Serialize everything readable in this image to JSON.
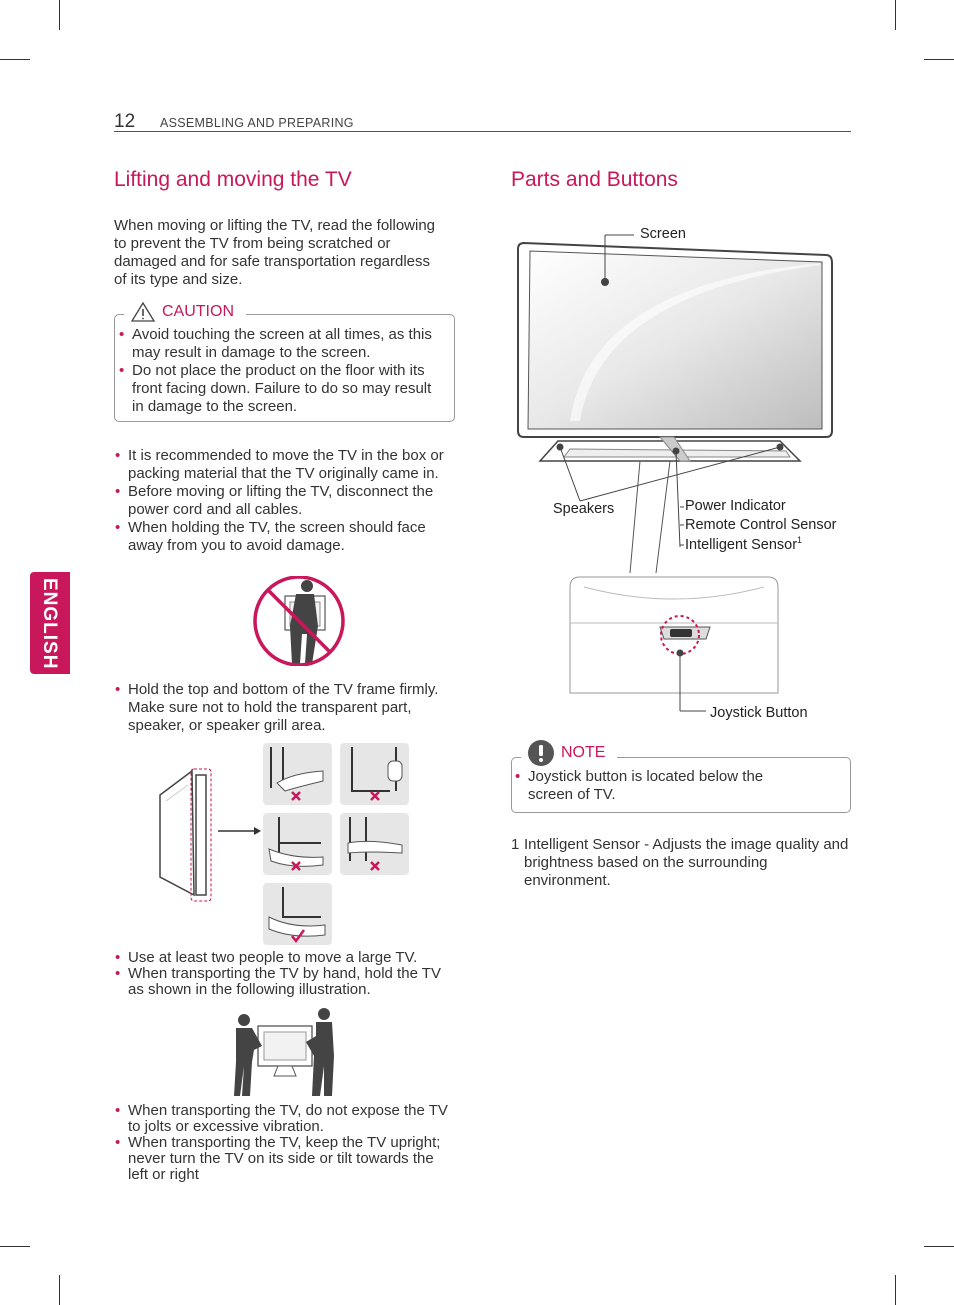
{
  "header": {
    "page_number": "12",
    "section": "ASSEMBLING AND PREPARING"
  },
  "side_tab": {
    "label": "ENGLISH"
  },
  "left": {
    "title": "Lifting and moving the TV",
    "intro": "When moving or lifting the TV, read the following to prevent the TV from being scratched or damaged and for safe transportation regardless of its type and size.",
    "caution": {
      "label": "CAUTION",
      "items": [
        "Avoid touching the screen at all times, as this may result in damage to the screen.",
        "Do not place the product on the floor with its front facing down. Failure to do so may result in damage to the screen."
      ]
    },
    "bullets_a": [
      "It is recommended to move the TV in the box or packing material that the TV originally came in.",
      "Before moving or lifting the TV, disconnect the power cord and all cables.",
      "When holding the TV, the screen should face away from you to avoid damage."
    ],
    "bullets_b": [
      "Hold the top and bottom of the TV frame firmly. Make sure not to hold the transparent part, speaker, or speaker grill area."
    ],
    "bullets_c": [
      "Use at least two people to move a large TV.",
      "When transporting the TV by hand, hold the TV as shown in the following illustration."
    ],
    "bullets_d": [
      "When transporting the TV, do not expose the TV to jolts or excessive vibration.",
      "When transporting the TV, keep the TV upright; never turn the TV on its side or tilt towards the left or right"
    ]
  },
  "right": {
    "title": "Parts and Buttons",
    "labels": {
      "screen": "Screen",
      "speakers": "Speakers",
      "power_indicator": "Power Indicator",
      "remote_sensor": "Remote Control Sensor",
      "intelligent_sensor": "Intelligent Sensor",
      "intelligent_sup": "1",
      "joystick": "Joystick Button"
    },
    "note": {
      "label": "NOTE",
      "items": [
        "Joystick button is located below the screen of TV."
      ]
    },
    "footnote": {
      "num": "1",
      "text": "Intelligent Sensor - Adjusts the image quality and brightness based on the surrounding environment."
    }
  },
  "colors": {
    "accent": "#c8175a",
    "text": "#333333"
  },
  "icons": [
    "caution-triangle-icon",
    "note-exclamation-icon",
    "prohibited-icon",
    "cross-icon",
    "check-icon"
  ]
}
